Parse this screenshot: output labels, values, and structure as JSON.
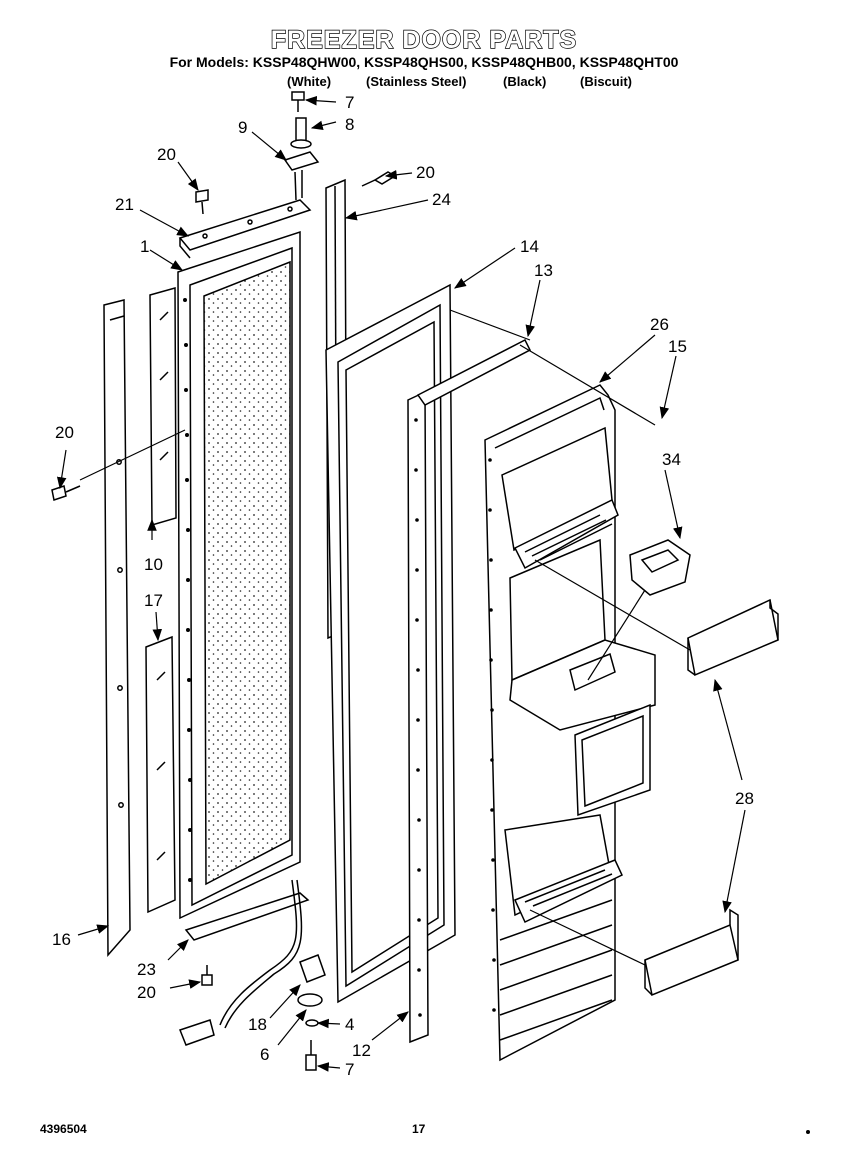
{
  "header": {
    "title": "FREEZER DOOR PARTS",
    "models": "For Models: KSSP48QHW00, KSSP48QHS00, KSSP48QHB00, KSSP48QHT00",
    "variants": [
      "(White)",
      "(Stainless Steel)",
      "(Black)",
      "(Biscuit)"
    ]
  },
  "callouts": {
    "c7a": "7",
    "c8": "8",
    "c9": "9",
    "c20a": "20",
    "c20b": "20",
    "c24": "24",
    "c21": "21",
    "c1": "1",
    "c14": "14",
    "c13": "13",
    "c26": "26",
    "c15": "15",
    "c20c": "20",
    "c34": "34",
    "c10": "10",
    "c17": "17",
    "c28": "28",
    "c16": "16",
    "c23": "23",
    "c20d": "20",
    "c18": "18",
    "c4": "4",
    "c6": "6",
    "c12": "12",
    "c7b": "7"
  },
  "footer": {
    "doc_number": "4396504",
    "page": "17"
  }
}
